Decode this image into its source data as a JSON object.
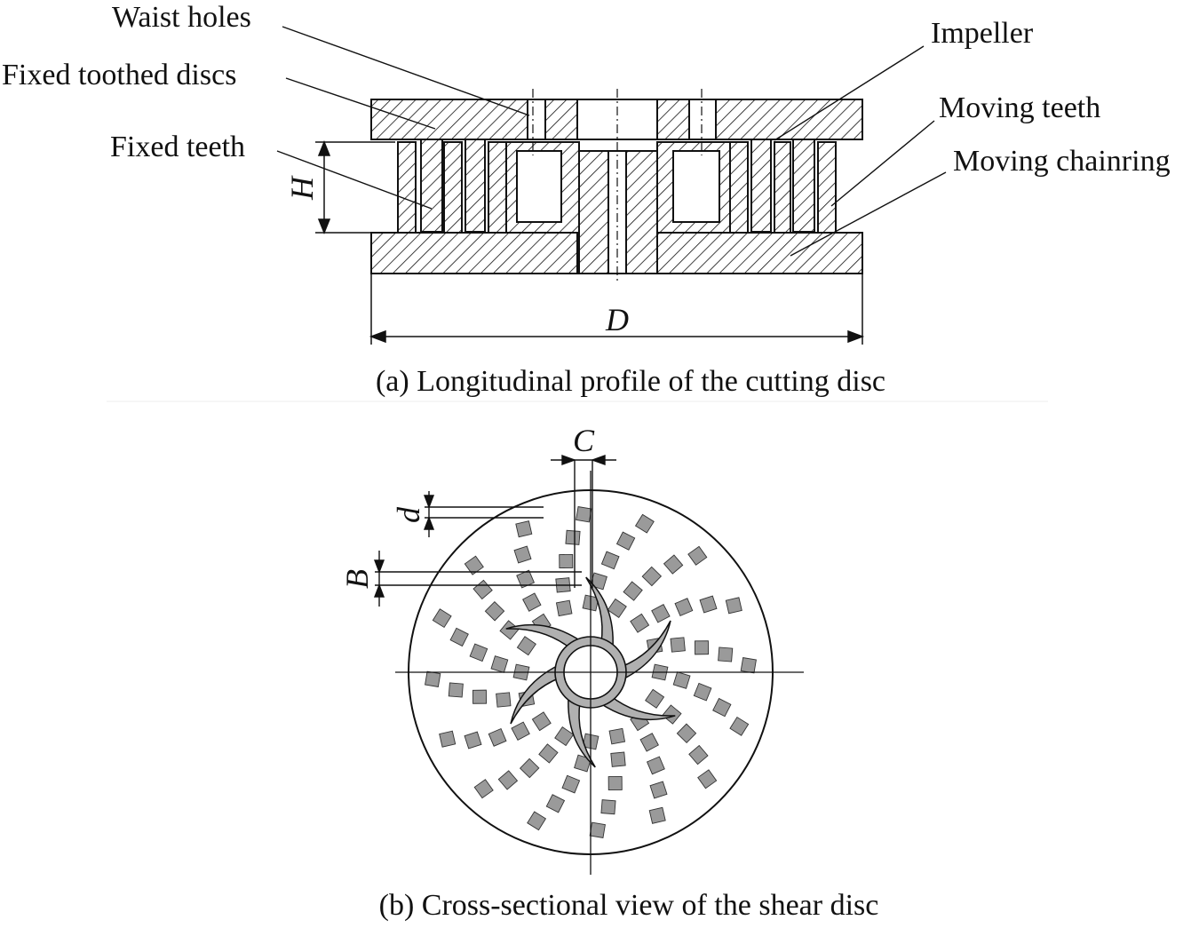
{
  "panel_a": {
    "labels": {
      "waist_holes": "Waist holes",
      "fixed_toothed_discs": "Fixed toothed discs",
      "fixed_teeth": "Fixed teeth",
      "impeller": "Impeller",
      "moving_teeth": "Moving teeth",
      "moving_chainring": "Moving chainring"
    },
    "dimensions": {
      "height": "H",
      "diameter": "D"
    },
    "caption": "(a) Longitudinal profile of the cutting disc"
  },
  "panel_b": {
    "dimensions": {
      "c": "C",
      "d": "d",
      "b": "B"
    },
    "caption": "(b) Cross-sectional view of the shear disc",
    "impeller_blades": 6,
    "tooth_color": "#9a9a9a"
  },
  "colors": {
    "line": "#111111",
    "fill_gray": "#b0b0b0"
  }
}
